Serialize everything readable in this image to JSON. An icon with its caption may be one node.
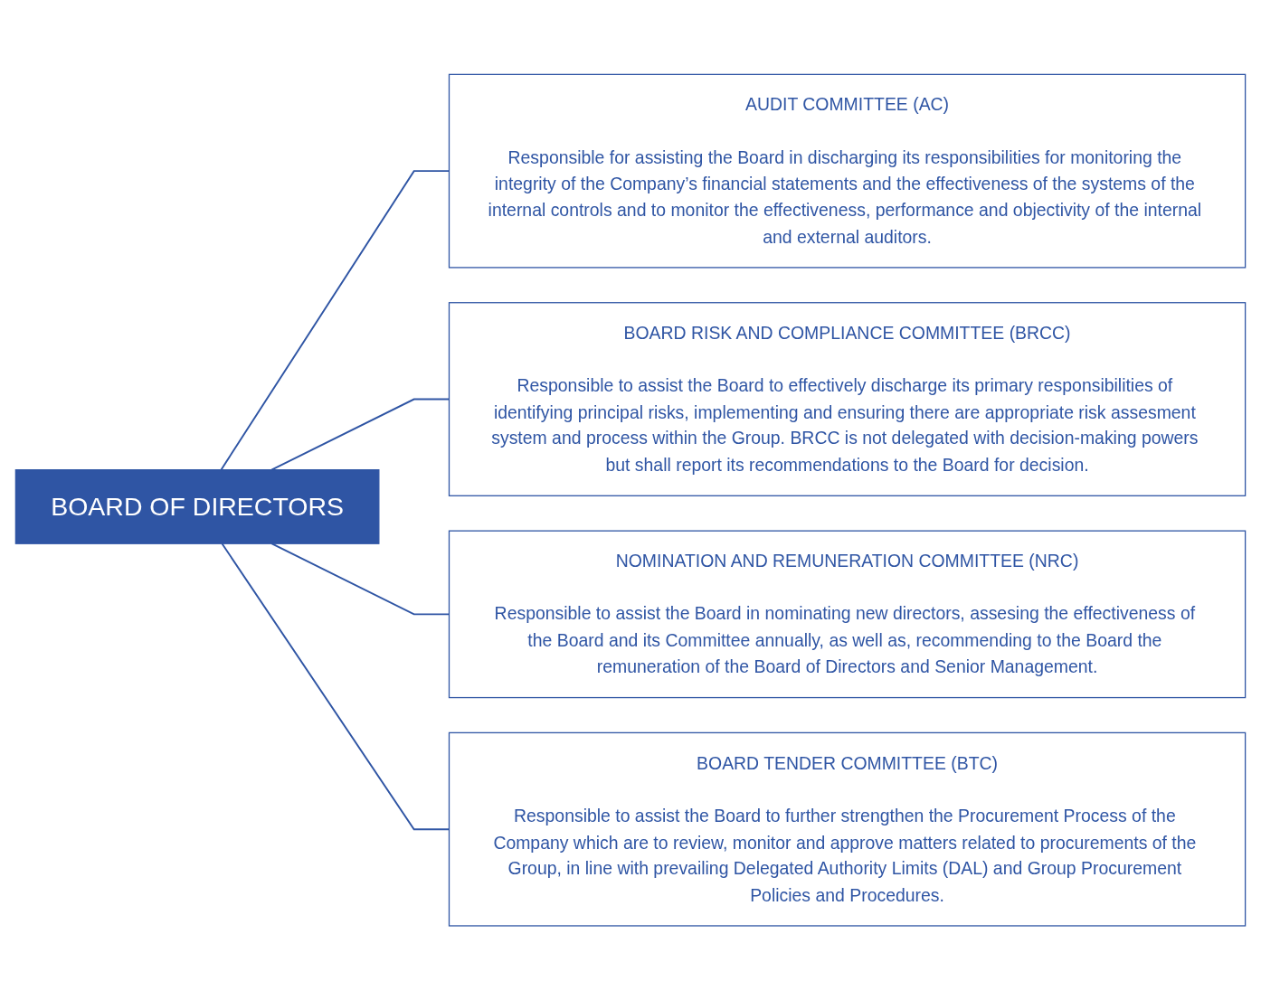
{
  "diagram": {
    "nodes": [
      {
        "text": [
          "BOARD OF DIRECTORS"
        ]
      },
      {
        "text": [
          "AUDIT COMMITTEE (AC)",
          "Responsible for assisting the Board in discharging its responsibilities for monitoring the integrity of the Company’s financial statements and the effectiveness of the systems of the internal controls and to monitor the effectiveness, performance and objectivity of the internal and external auditors."
        ]
      },
      {
        "text": [
          "BOARD RISK AND COMPLIANCE COMMITTEE (BRCC)",
          "Responsible to assist the Board to effectively discharge its primary responsibilities of identifying principal risks, implementing and ensuring there are appropriate risk assesment system and process within the Group. BRCC is not delegated with decision-making powers but shall report its recommendations to the Board for decision."
        ]
      },
      {
        "text": [
          "NOMINATION AND REMUNERATION COMMITTEE (NRC)",
          "Responsible to assist the Board in nominating new directors, assesing the effectiveness of the Board and its Committee annually, as well as, recommending to the Board the remuneration of the Board of Directors and Senior Management."
        ]
      },
      {
        "text": [
          "BOARD TENDER COMMITTEE (BTC)",
          "Responsible to assist the Board to further strengthen the Procurement Process of the Company which are to review, monitor and approve matters related to procurements of the Group, in line with prevailing Delegated Authority Limits (DAL) and Group Procurement Policies and Procedures."
        ]
      }
    ],
    "edges": [
      {
        "from": 0,
        "to": 1,
        "arrow": "none"
      },
      {
        "from": 0,
        "to": 2,
        "arrow": "none"
      },
      {
        "from": 0,
        "to": 3,
        "arrow": "none"
      },
      {
        "from": 0,
        "to": 4,
        "arrow": "none"
      }
    ]
  }
}
